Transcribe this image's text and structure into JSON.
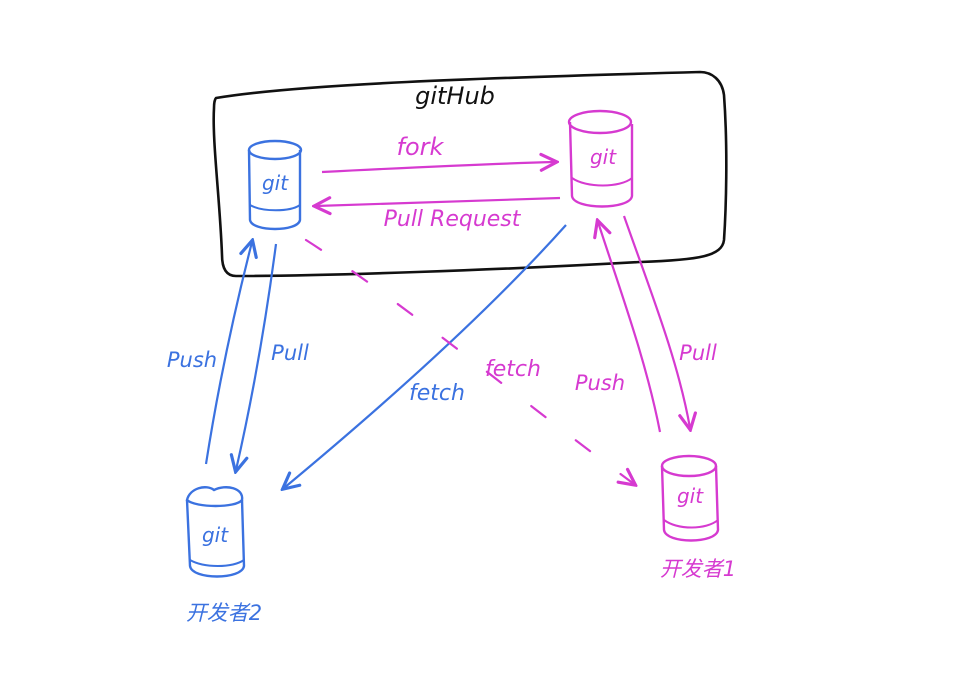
{
  "colors": {
    "blue": "#3b72e0",
    "magenta": "#d63ad0",
    "ink": "#111111"
  },
  "diagram": {
    "github_label": "gitHub",
    "repos": {
      "github_main": {
        "label": "git"
      },
      "github_fork": {
        "label": "git"
      },
      "dev1": {
        "label": "git",
        "caption": "开发者1"
      },
      "dev2": {
        "label": "git",
        "caption": "开发者2"
      }
    },
    "edges": {
      "fork": "fork",
      "pull_request": "Pull Request",
      "dev2_push": "Push",
      "dev2_pull": "Pull",
      "dev2_fetch": "fetch",
      "dev1_fetch": "fetch",
      "dev1_push": "Push",
      "dev1_pull": "Pull"
    }
  }
}
